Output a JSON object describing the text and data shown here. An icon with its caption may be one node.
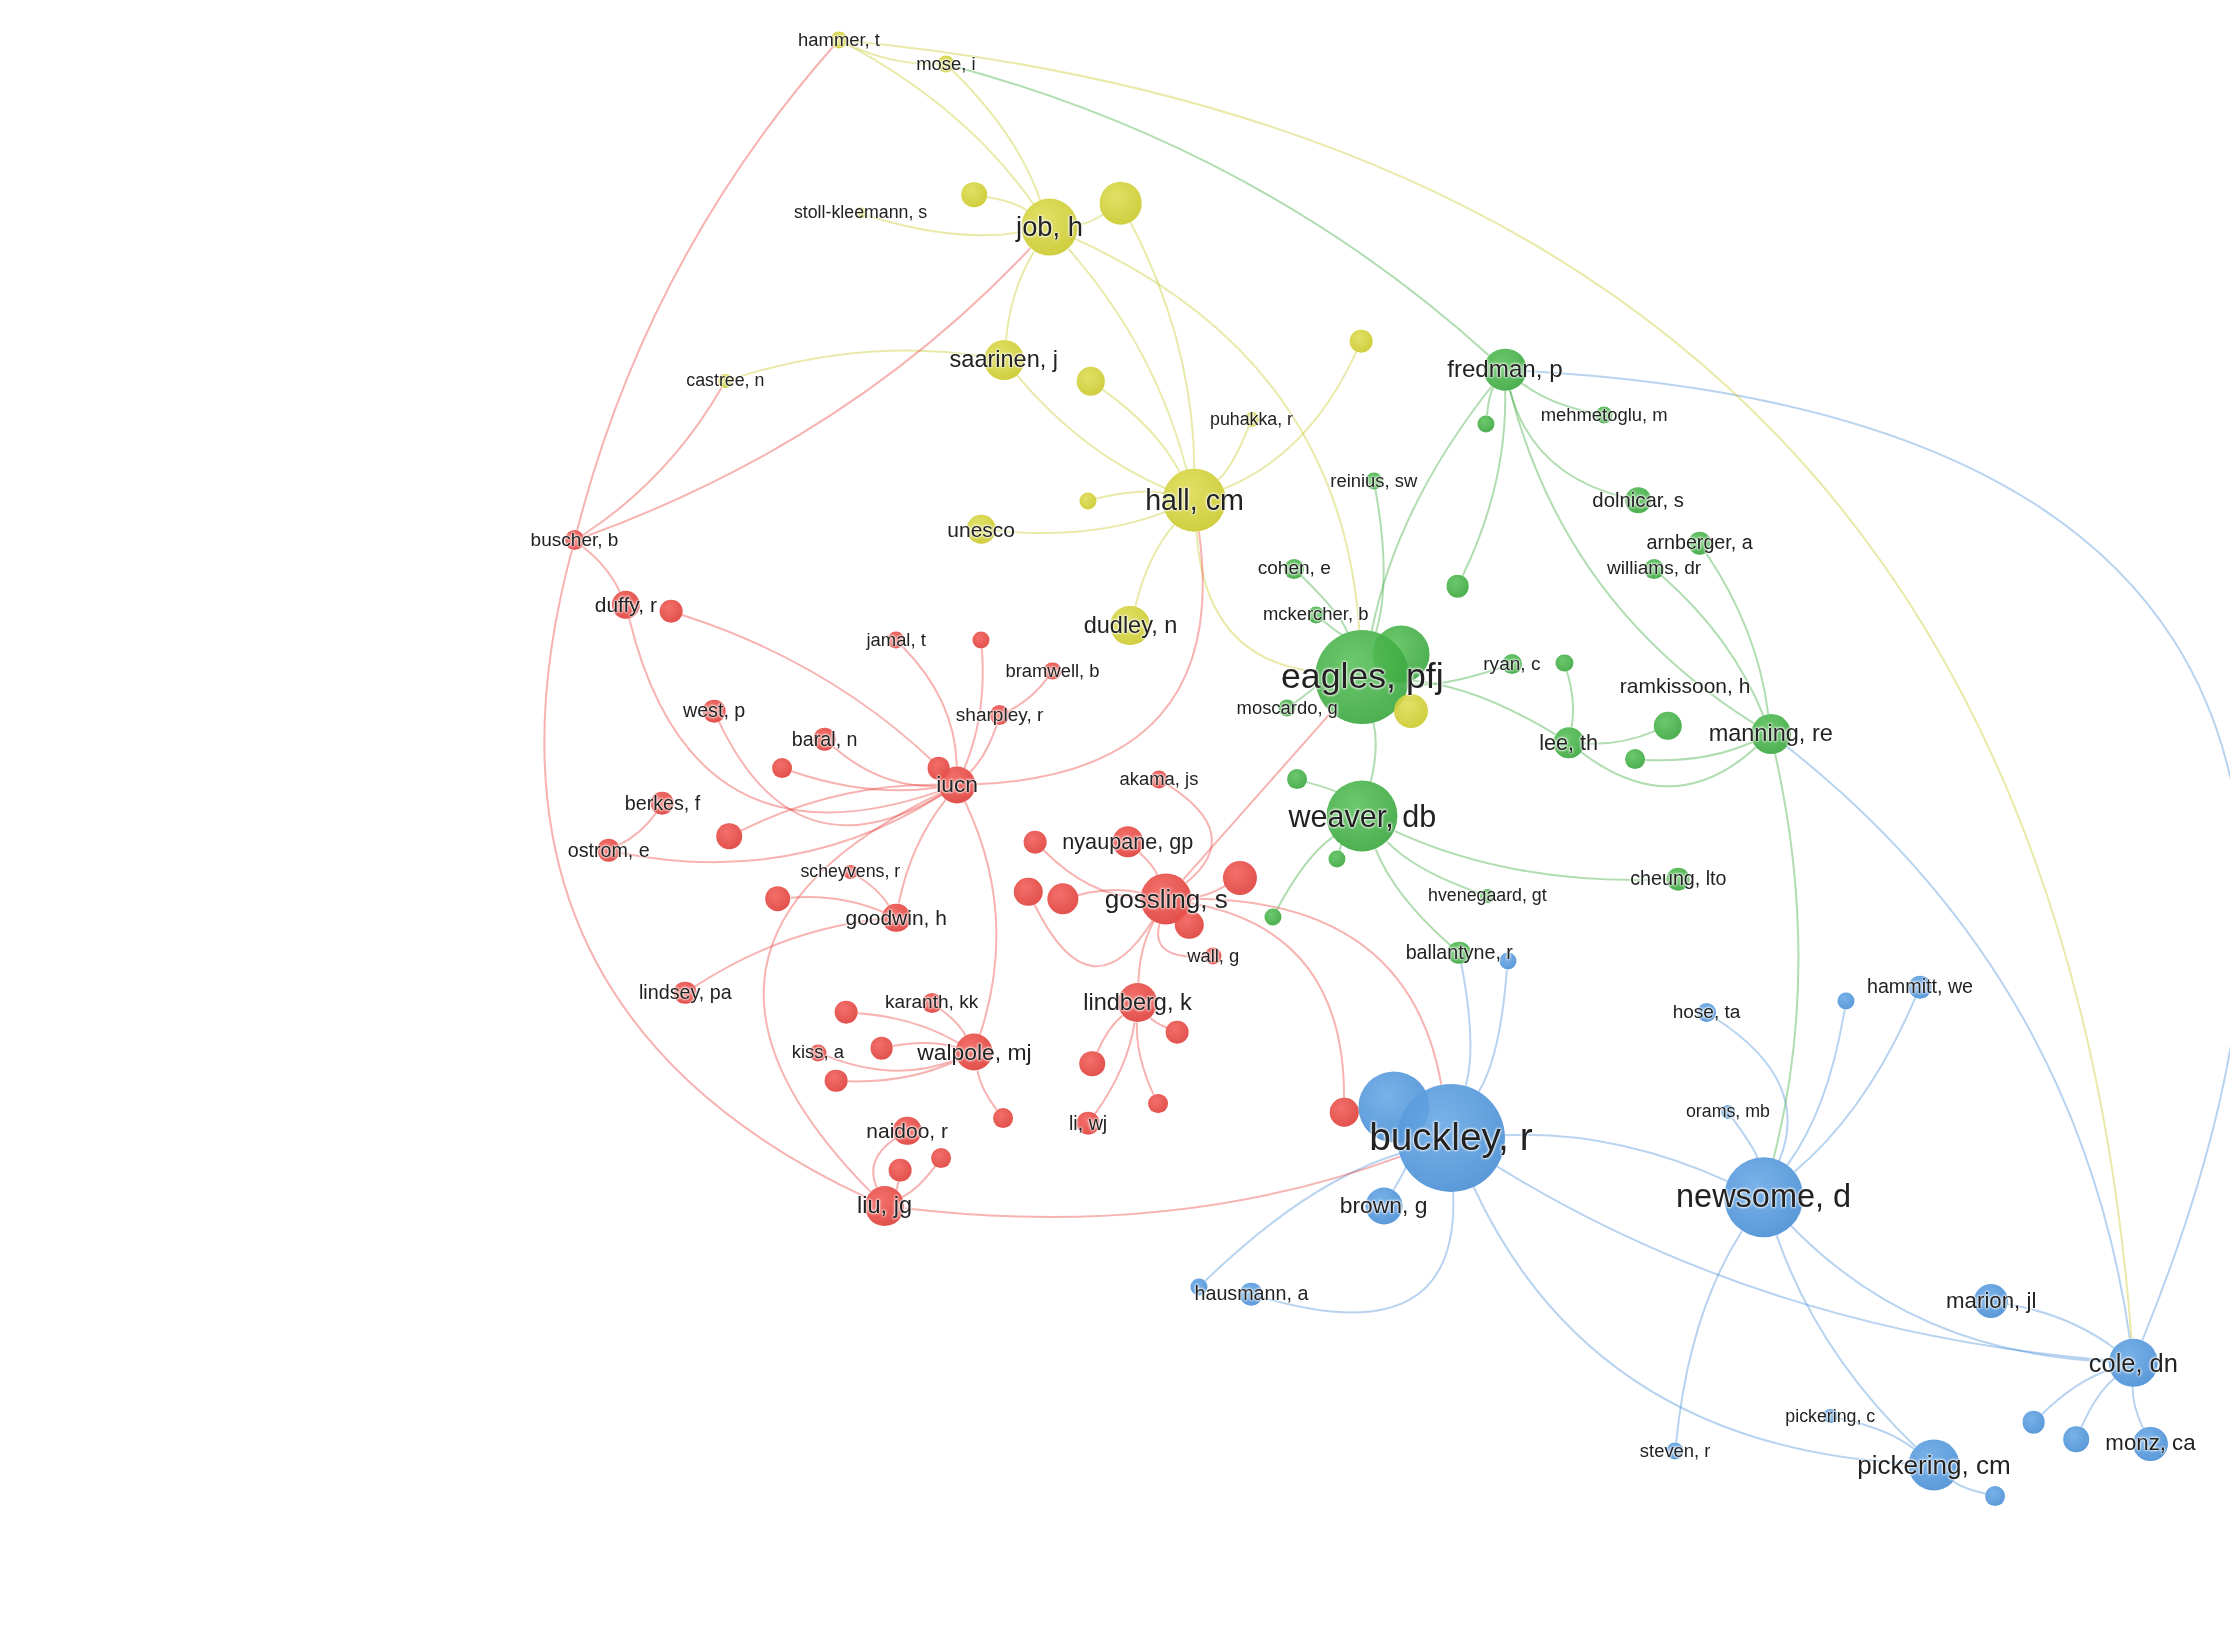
{
  "diagram": {
    "nodes": [
      {
        "text": [
          "hammer, t"
        ]
      },
      {
        "text": [
          "mose, i"
        ]
      },
      {
        "text": [],
        "shape": "circle"
      },
      {
        "text": [],
        "shape": "circle"
      },
      {
        "text": [
          "stoll-kleemann, s"
        ]
      },
      {
        "text": [
          "job, h"
        ]
      },
      {
        "text": [],
        "shape": "circle"
      },
      {
        "text": [
          "saarinen, j"
        ]
      },
      {
        "text": [
          "fredman, p"
        ]
      },
      {
        "text": [
          "castree, n"
        ]
      },
      {
        "text": [],
        "shape": "circle"
      },
      {
        "text": [
          "puhakka, r"
        ]
      },
      {
        "text": [
          "mehmetoglu, m"
        ]
      },
      {
        "text": [],
        "shape": "circle"
      },
      {
        "text": [
          "reinius, sw"
        ]
      },
      {
        "text": [
          "hall, cm"
        ]
      },
      {
        "text": [],
        "shape": "circle"
      },
      {
        "text": [
          "dolnicar, s"
        ]
      },
      {
        "text": [
          "unesco"
        ]
      },
      {
        "text": [
          "buscher, b"
        ]
      },
      {
        "text": [
          "arnberger, a"
        ]
      },
      {
        "text": [
          "cohen, e"
        ]
      },
      {
        "text": [
          "williams, dr"
        ]
      },
      {
        "text": [],
        "shape": "circle"
      },
      {
        "text": [
          "duffy, r"
        ]
      },
      {
        "text": [],
        "shape": "circle"
      },
      {
        "text": [
          "mckercher, b"
        ]
      },
      {
        "text": [
          "dudley, n"
        ]
      },
      {
        "text": [
          "jamal, t"
        ]
      },
      {
        "text": [],
        "shape": "circle"
      },
      {
        "text": [],
        "shape": "circle"
      },
      {
        "text": [
          "ryan, c"
        ]
      },
      {
        "text": [],
        "shape": "circle"
      },
      {
        "text": [
          "bramwell, b"
        ]
      },
      {
        "text": [
          "eagles, pfj"
        ]
      },
      {
        "text": [
          "west, p"
        ]
      },
      {
        "text": [],
        "shape": "circle"
      },
      {
        "text": [
          "sharpley, r"
        ]
      },
      {
        "text": [
          "moscardo, g"
        ]
      },
      {
        "text": [
          "ramkissoon, h"
        ]
      },
      {
        "text": [
          "manning, re"
        ]
      },
      {
        "text": [
          "baral, n"
        ]
      },
      {
        "text": [
          "lee, th"
        ]
      },
      {
        "text": [],
        "shape": "circle"
      },
      {
        "text": [],
        "shape": "circle"
      },
      {
        "text": [],
        "shape": "circle"
      },
      {
        "text": [
          "akama, js"
        ]
      },
      {
        "text": [],
        "shape": "circle"
      },
      {
        "text": [
          "iucn"
        ]
      },
      {
        "text": [
          "berkes, f"
        ]
      },
      {
        "text": [
          "weaver, db"
        ]
      },
      {
        "text": [],
        "shape": "circle"
      },
      {
        "text": [
          "nyaupane, gp"
        ]
      },
      {
        "text": [],
        "shape": "circle"
      },
      {
        "text": [
          "ostrom, e"
        ]
      },
      {
        "text": [],
        "shape": "circle"
      },
      {
        "text": [
          "scheyvens, r"
        ]
      },
      {
        "text": [],
        "shape": "circle"
      },
      {
        "text": [
          "cheung, lto"
        ]
      },
      {
        "text": [],
        "shape": "circle"
      },
      {
        "text": [],
        "shape": "circle"
      },
      {
        "text": [],
        "shape": "circle"
      },
      {
        "text": [
          "hvenegaard, gt"
        ]
      },
      {
        "text": [
          "gossling, s"
        ]
      },
      {
        "text": [
          "goodwin, h"
        ]
      },
      {
        "text": [],
        "shape": "circle"
      },
      {
        "text": [],
        "shape": "circle"
      },
      {
        "text": [
          "ballantyne, r"
        ]
      },
      {
        "text": [
          "wall, g"
        ]
      },
      {
        "text": [],
        "shape": "circle"
      },
      {
        "text": [
          "hammitt, we"
        ]
      },
      {
        "text": [
          "lindsey, pa"
        ]
      },
      {
        "text": [],
        "shape": "circle"
      },
      {
        "text": [
          "karanth, kk"
        ]
      },
      {
        "text": [
          "lindberg, k"
        ]
      },
      {
        "text": [],
        "shape": "circle"
      },
      {
        "text": [
          "hose, ta"
        ]
      },
      {
        "text": [],
        "shape": "circle"
      },
      {
        "text": [],
        "shape": "circle"
      },
      {
        "text": [
          "kiss, a"
        ]
      },
      {
        "text": [
          "walpole, mj"
        ]
      },
      {
        "text": [],
        "shape": "circle"
      },
      {
        "text": [],
        "shape": "circle"
      },
      {
        "text": [],
        "shape": "circle"
      },
      {
        "text": [],
        "shape": "circle"
      },
      {
        "text": [],
        "shape": "circle"
      },
      {
        "text": [
          "orams, mb"
        ]
      },
      {
        "text": [],
        "shape": "circle"
      },
      {
        "text": [
          "li, wj"
        ]
      },
      {
        "text": [
          "naidoo, r"
        ]
      },
      {
        "text": [],
        "shape": "circle"
      },
      {
        "text": [
          "buckley, r"
        ]
      },
      {
        "text": [],
        "shape": "circle"
      },
      {
        "text": [
          "newsome, d"
        ]
      },
      {
        "text": [
          "brown, g"
        ]
      },
      {
        "text": [
          "liu, jg"
        ]
      },
      {
        "text": [],
        "shape": "circle"
      },
      {
        "text": [
          "hausmann, a"
        ]
      },
      {
        "text": [
          "marion, jl"
        ]
      },
      {
        "text": [
          "cole, dn"
        ]
      },
      {
        "text": [
          "pickering, c"
        ]
      },
      {
        "text": [],
        "shape": "circle"
      },
      {
        "text": [],
        "shape": "circle"
      },
      {
        "text": [
          "monz, ca"
        ]
      },
      {
        "text": [
          "steven, r"
        ]
      },
      {
        "text": [
          "pickering, cm"
        ]
      },
      {
        "text": [],
        "shape": "circle"
      }
    ],
    "edges": [
      {
        "from": 5,
        "to": 0,
        "arrow": "none",
        "color": "#c9c72a"
      },
      {
        "from": 5,
        "to": 1,
        "arrow": "none",
        "color": "#c9c72a"
      },
      {
        "from": 5,
        "to": 2,
        "arrow": "none",
        "color": "#c9c72a"
      },
      {
        "from": 5,
        "to": 3,
        "arrow": "none",
        "color": "#c9c72a"
      },
      {
        "from": 5,
        "to": 4,
        "arrow": "none",
        "color": "#c9c72a"
      },
      {
        "from": 5,
        "to": 7,
        "arrow": "none",
        "color": "#c9c72a"
      },
      {
        "from": 7,
        "to": 9,
        "arrow": "none",
        "color": "#c9c72a"
      },
      {
        "from": 15,
        "to": 10,
        "arrow": "none",
        "color": "#c9c72a"
      },
      {
        "from": 15,
        "to": 11,
        "arrow": "none",
        "color": "#c9c72a"
      },
      {
        "from": 15,
        "to": 16,
        "arrow": "none",
        "color": "#c9c72a"
      },
      {
        "from": 15,
        "to": 18,
        "arrow": "none",
        "color": "#c9c72a"
      },
      {
        "from": 15,
        "to": 27,
        "arrow": "none",
        "color": "#c9c72a"
      },
      {
        "from": 15,
        "to": 6,
        "arrow": "none",
        "color": "#c9c72a"
      },
      {
        "from": 15,
        "to": 7,
        "arrow": "none",
        "color": "#c9c72a"
      },
      {
        "from": 0,
        "to": 1,
        "arrow": "none",
        "color": "#c9c72a"
      },
      {
        "from": 15,
        "to": 3,
        "arrow": "none",
        "color": "#c9c72a"
      },
      {
        "from": 15,
        "to": 5,
        "arrow": "none",
        "color": "#c9c72a"
      },
      {
        "from": 34,
        "to": 8,
        "arrow": "none",
        "color": "#3aaa3a"
      },
      {
        "from": 8,
        "to": 12,
        "arrow": "none",
        "color": "#3aaa3a"
      },
      {
        "from": 8,
        "to": 13,
        "arrow": "none",
        "color": "#3aaa3a"
      },
      {
        "from": 34,
        "to": 14,
        "arrow": "none",
        "color": "#3aaa3a"
      },
      {
        "from": 8,
        "to": 17,
        "arrow": "none",
        "color": "#3aaa3a"
      },
      {
        "from": 40,
        "to": 20,
        "arrow": "none",
        "color": "#3aaa3a"
      },
      {
        "from": 34,
        "to": 21,
        "arrow": "none",
        "color": "#3aaa3a"
      },
      {
        "from": 40,
        "to": 22,
        "arrow": "none",
        "color": "#3aaa3a"
      },
      {
        "from": 8,
        "to": 23,
        "arrow": "none",
        "color": "#3aaa3a"
      },
      {
        "from": 34,
        "to": 26,
        "arrow": "none",
        "color": "#3aaa3a"
      },
      {
        "from": 34,
        "to": 31,
        "arrow": "none",
        "color": "#3aaa3a"
      },
      {
        "from": 42,
        "to": 32,
        "arrow": "none",
        "color": "#3aaa3a"
      },
      {
        "from": 34,
        "to": 38,
        "arrow": "none",
        "color": "#3aaa3a"
      },
      {
        "from": 42,
        "to": 39,
        "arrow": "none",
        "color": "#3aaa3a"
      },
      {
        "from": 42,
        "to": 40,
        "arrow": "none",
        "color": "#3aaa3a"
      },
      {
        "from": 34,
        "to": 42,
        "arrow": "none",
        "color": "#3aaa3a"
      },
      {
        "from": 40,
        "to": 43,
        "arrow": "none",
        "color": "#3aaa3a"
      },
      {
        "from": 50,
        "to": 47,
        "arrow": "none",
        "color": "#3aaa3a"
      },
      {
        "from": 50,
        "to": 34,
        "arrow": "none",
        "color": "#3aaa3a"
      },
      {
        "from": 50,
        "to": 55,
        "arrow": "none",
        "color": "#3aaa3a"
      },
      {
        "from": 50,
        "to": 58,
        "arrow": "none",
        "color": "#3aaa3a"
      },
      {
        "from": 50,
        "to": 62,
        "arrow": "none",
        "color": "#3aaa3a"
      },
      {
        "from": 50,
        "to": 65,
        "arrow": "none",
        "color": "#3aaa3a"
      },
      {
        "from": 50,
        "to": 67,
        "arrow": "none",
        "color": "#3aaa3a"
      },
      {
        "from": 8,
        "to": 40,
        "arrow": "none",
        "color": "#3aaa3a"
      },
      {
        "from": 24,
        "to": 19,
        "arrow": "none"
      },
      {
        "from": 48,
        "to": 24,
        "arrow": "none"
      },
      {
        "from": 48,
        "to": 25,
        "arrow": "none"
      },
      {
        "from": 48,
        "to": 28,
        "arrow": "none"
      },
      {
        "from": 48,
        "to": 29,
        "arrow": "none"
      },
      {
        "from": 37,
        "to": 33,
        "arrow": "none"
      },
      {
        "from": 48,
        "to": 35,
        "arrow": "none"
      },
      {
        "from": 48,
        "to": 37,
        "arrow": "none"
      },
      {
        "from": 48,
        "to": 41,
        "arrow": "none"
      },
      {
        "from": 48,
        "to": 44,
        "arrow": "none"
      },
      {
        "from": 63,
        "to": 46,
        "arrow": "none"
      },
      {
        "from": 54,
        "to": 49,
        "arrow": "none"
      },
      {
        "from": 48,
        "to": 51,
        "arrow": "none"
      },
      {
        "from": 63,
        "to": 52,
        "arrow": "none"
      },
      {
        "from": 63,
        "to": 53,
        "arrow": "none"
      },
      {
        "from": 48,
        "to": 54,
        "arrow": "none"
      },
      {
        "from": 64,
        "to": 56,
        "arrow": "none"
      },
      {
        "from": 63,
        "to": 57,
        "arrow": "none"
      },
      {
        "from": 64,
        "to": 59,
        "arrow": "none"
      },
      {
        "from": 63,
        "to": 60,
        "arrow": "none"
      },
      {
        "from": 63,
        "to": 61,
        "arrow": "none"
      },
      {
        "from": 48,
        "to": 64,
        "arrow": "none"
      },
      {
        "from": 63,
        "to": 66,
        "arrow": "none"
      },
      {
        "from": 63,
        "to": 68,
        "arrow": "none"
      },
      {
        "from": 64,
        "to": 71,
        "arrow": "none"
      },
      {
        "from": 80,
        "to": 73,
        "arrow": "none"
      },
      {
        "from": 63,
        "to": 74,
        "arrow": "none"
      },
      {
        "from": 74,
        "to": 75,
        "arrow": "none"
      },
      {
        "from": 80,
        "to": 77,
        "arrow": "none"
      },
      {
        "from": 80,
        "to": 78,
        "arrow": "none"
      },
      {
        "from": 80,
        "to": 79,
        "arrow": "none"
      },
      {
        "from": 48,
        "to": 80,
        "arrow": "none"
      },
      {
        "from": 74,
        "to": 81,
        "arrow": "none"
      },
      {
        "from": 80,
        "to": 82,
        "arrow": "none"
      },
      {
        "from": 74,
        "to": 83,
        "arrow": "none"
      },
      {
        "from": 63,
        "to": 85,
        "arrow": "none"
      },
      {
        "from": 80,
        "to": 87,
        "arrow": "none"
      },
      {
        "from": 74,
        "to": 88,
        "arrow": "none"
      },
      {
        "from": 95,
        "to": 89,
        "arrow": "none"
      },
      {
        "from": 95,
        "to": 90,
        "arrow": "none"
      },
      {
        "from": 95,
        "to": 92,
        "arrow": "none"
      },
      {
        "from": 48,
        "to": 95,
        "arrow": "none"
      },
      {
        "from": 91,
        "to": 69,
        "arrow": "none",
        "color": "#4a90d9"
      },
      {
        "from": 93,
        "to": 70,
        "arrow": "none",
        "color": "#4a90d9"
      },
      {
        "from": 93,
        "to": 72,
        "arrow": "none",
        "color": "#4a90d9"
      },
      {
        "from": 93,
        "to": 76,
        "arrow": "none",
        "color": "#4a90d9"
      },
      {
        "from": 93,
        "to": 86,
        "arrow": "none",
        "color": "#4a90d9"
      },
      {
        "from": 93,
        "to": 91,
        "arrow": "none",
        "color": "#4a90d9"
      },
      {
        "from": 91,
        "to": 94,
        "arrow": "none",
        "color": "#4a90d9"
      },
      {
        "from": 91,
        "to": 96,
        "arrow": "none",
        "color": "#4a90d9"
      },
      {
        "from": 91,
        "to": 97,
        "arrow": "none",
        "color": "#4a90d9"
      },
      {
        "from": 99,
        "to": 98,
        "arrow": "none",
        "color": "#4a90d9"
      },
      {
        "from": 93,
        "to": 99,
        "arrow": "none",
        "color": "#4a90d9"
      },
      {
        "from": 105,
        "to": 100,
        "arrow": "none",
        "color": "#4a90d9"
      },
      {
        "from": 99,
        "to": 101,
        "arrow": "none",
        "color": "#4a90d9"
      },
      {
        "from": 99,
        "to": 102,
        "arrow": "none",
        "color": "#4a90d9"
      },
      {
        "from": 99,
        "to": 103,
        "arrow": "none",
        "color": "#4a90d9"
      },
      {
        "from": 93,
        "to": 104,
        "arrow": "none",
        "color": "#4a90d9"
      },
      {
        "from": 93,
        "to": 105,
        "arrow": "none",
        "color": "#4a90d9"
      },
      {
        "from": 105,
        "to": 106,
        "arrow": "none",
        "color": "#4a90d9"
      },
      {
        "from": 91,
        "to": 99,
        "arrow": "none",
        "color": "#4a90d9"
      },
      {
        "from": 91,
        "to": 105,
        "arrow": "none",
        "color": "#4a90d9"
      },
      {
        "from": 15,
        "to": 34,
        "arrow": "none",
        "color": "#c9c72a"
      },
      {
        "from": 91,
        "to": 67,
        "arrow": "none",
        "color": "#4a90d9"
      },
      {
        "from": 63,
        "to": 34,
        "arrow": "none"
      },
      {
        "from": 48,
        "to": 15,
        "arrow": "none"
      },
      {
        "from": 5,
        "to": 34,
        "arrow": "none",
        "color": "#c9c72a"
      },
      {
        "from": 63,
        "to": 91,
        "arrow": "none"
      },
      {
        "from": 95,
        "to": 91,
        "arrow": "none"
      },
      {
        "from": 40,
        "to": 93,
        "arrow": "none",
        "color": "#3aaa3a"
      },
      {
        "from": 19,
        "to": 5,
        "arrow": "none"
      },
      {
        "from": 19,
        "to": 9,
        "arrow": "none"
      },
      {
        "from": 19,
        "to": 0,
        "arrow": "none"
      },
      {
        "from": 8,
        "to": 1,
        "arrow": "none",
        "color": "#3aaa3a"
      },
      {
        "from": 99,
        "to": 8,
        "arrow": "none",
        "color": "#4a90d9"
      },
      {
        "from": 99,
        "to": 40,
        "arrow": "none",
        "color": "#4a90d9"
      },
      {
        "from": 19,
        "to": 95,
        "arrow": "none"
      },
      {
        "from": 0,
        "to": 99,
        "arrow": "none",
        "color": "#c9c72a"
      }
    ]
  }
}
